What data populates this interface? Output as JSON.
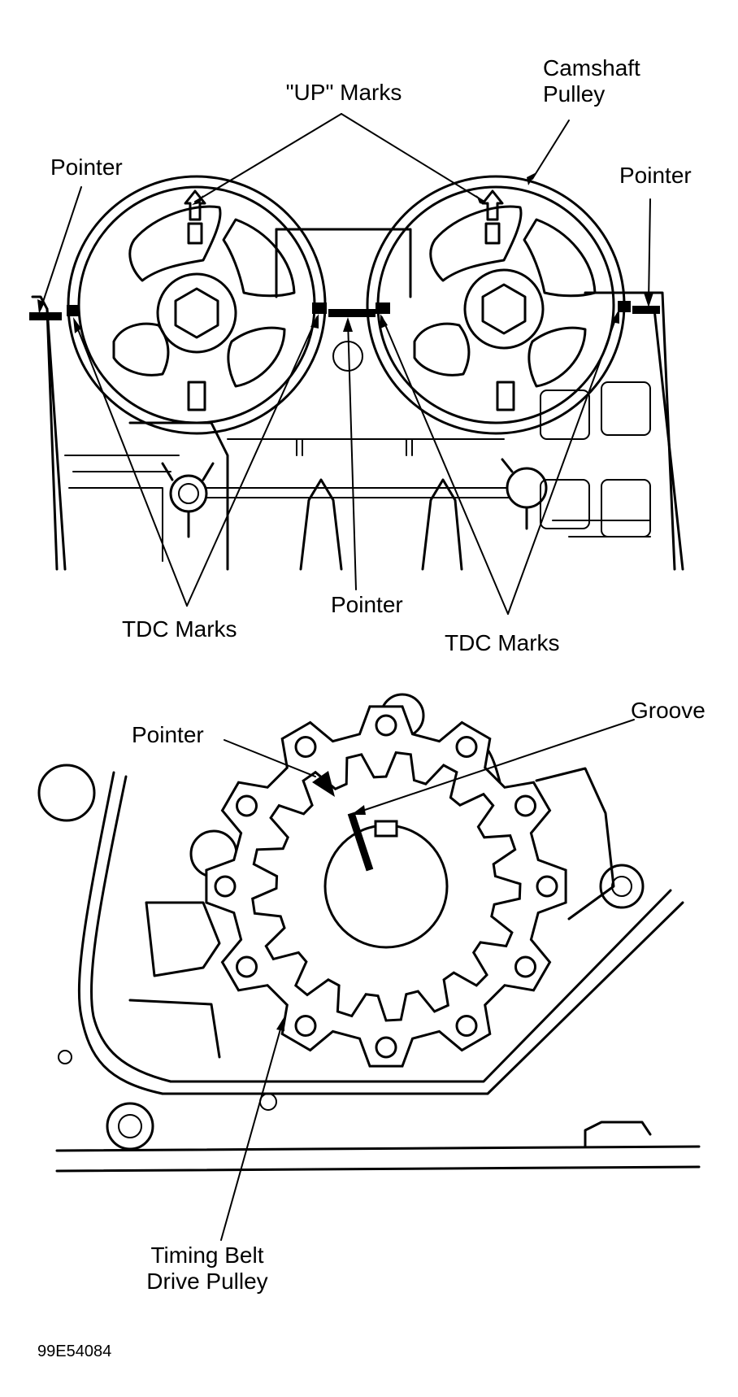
{
  "labels": {
    "up_marks": "\"UP\" Marks",
    "camshaft_pulley": "Camshaft\nPulley",
    "pointer_top_left": "Pointer",
    "pointer_top_right": "Pointer",
    "pointer_center": "Pointer",
    "tdc_marks_left": "TDC Marks",
    "tdc_marks_right": "TDC Marks",
    "pointer_bottom": "Pointer",
    "groove": "Groove",
    "timing_belt_drive_pulley": "Timing Belt\nDrive Pulley",
    "figure_id": "99E54084"
  }
}
